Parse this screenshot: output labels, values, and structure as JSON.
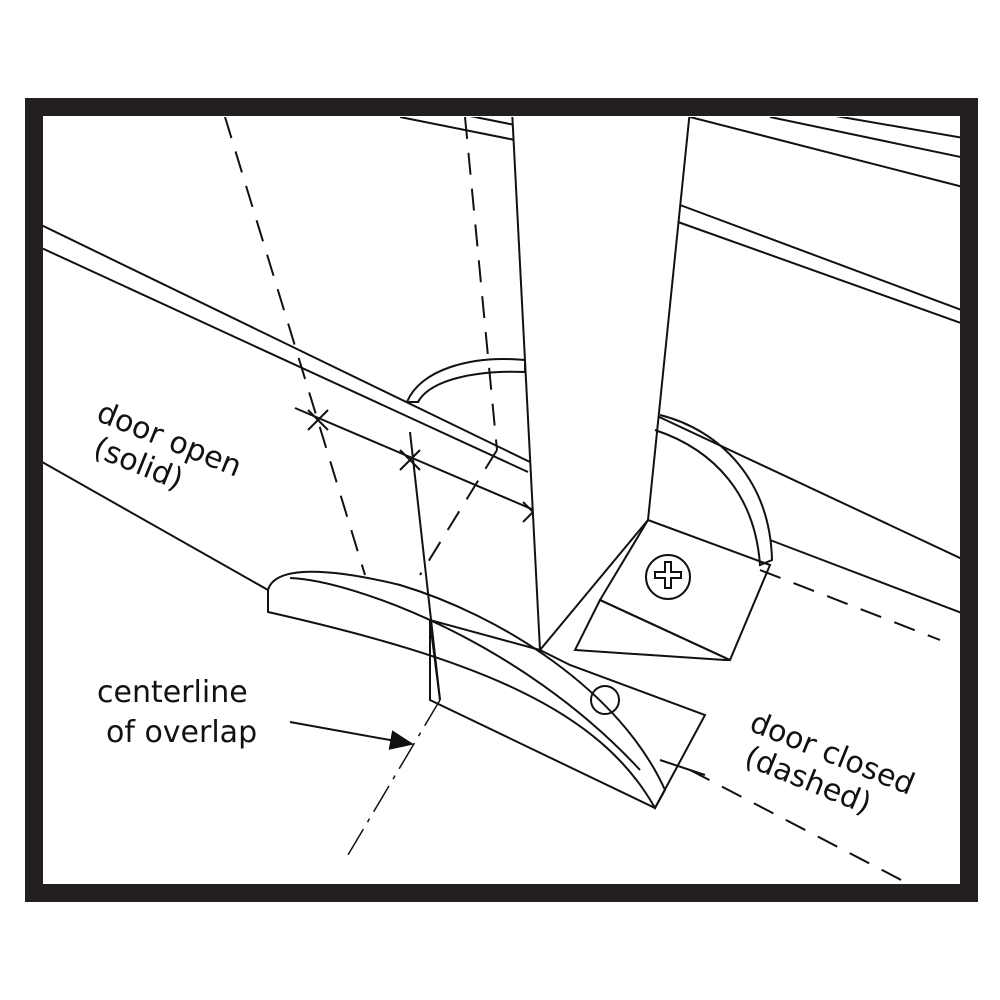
{
  "labels": {
    "door_open_line1": "door open",
    "door_open_line2": "(solid)",
    "centerline_line1": "centerline",
    "centerline_line2": "of overlap",
    "door_closed_line1": "door closed",
    "door_closed_line2": "(dashed)"
  },
  "colors": {
    "line": "#111111",
    "frame": "#231f20",
    "background": "#ffffff"
  }
}
